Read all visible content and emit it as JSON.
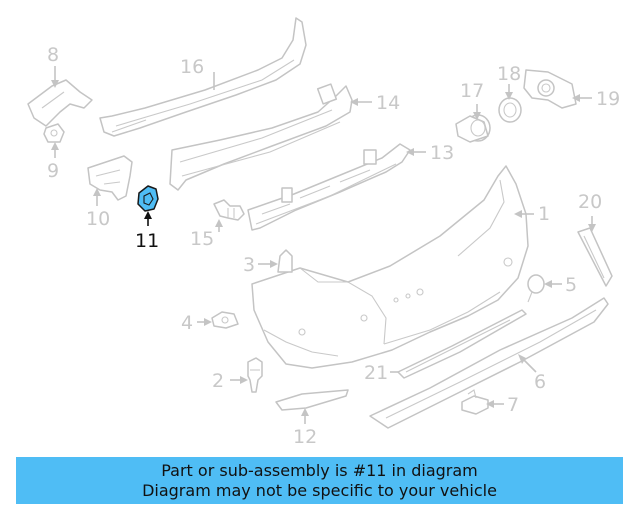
{
  "callouts": {
    "c1": "1",
    "c2": "2",
    "c3": "3",
    "c4": "4",
    "c5": "5",
    "c6": "6",
    "c7": "7",
    "c8": "8",
    "c9": "9",
    "c10": "10",
    "c11": "11",
    "c12": "12",
    "c13": "13",
    "c14": "14",
    "c15": "15",
    "c16": "16",
    "c17": "17",
    "c18": "18",
    "c19": "19",
    "c20": "20",
    "c21": "21"
  },
  "highlighted_part": "11",
  "colors": {
    "highlight": "#4fbdf5",
    "line_art": "#c4c4c4",
    "highlight_text": "#111111"
  },
  "banner": {
    "line1": "Part or sub-assembly is #11 in diagram",
    "line2": "Diagram may not be specific to your vehicle"
  }
}
